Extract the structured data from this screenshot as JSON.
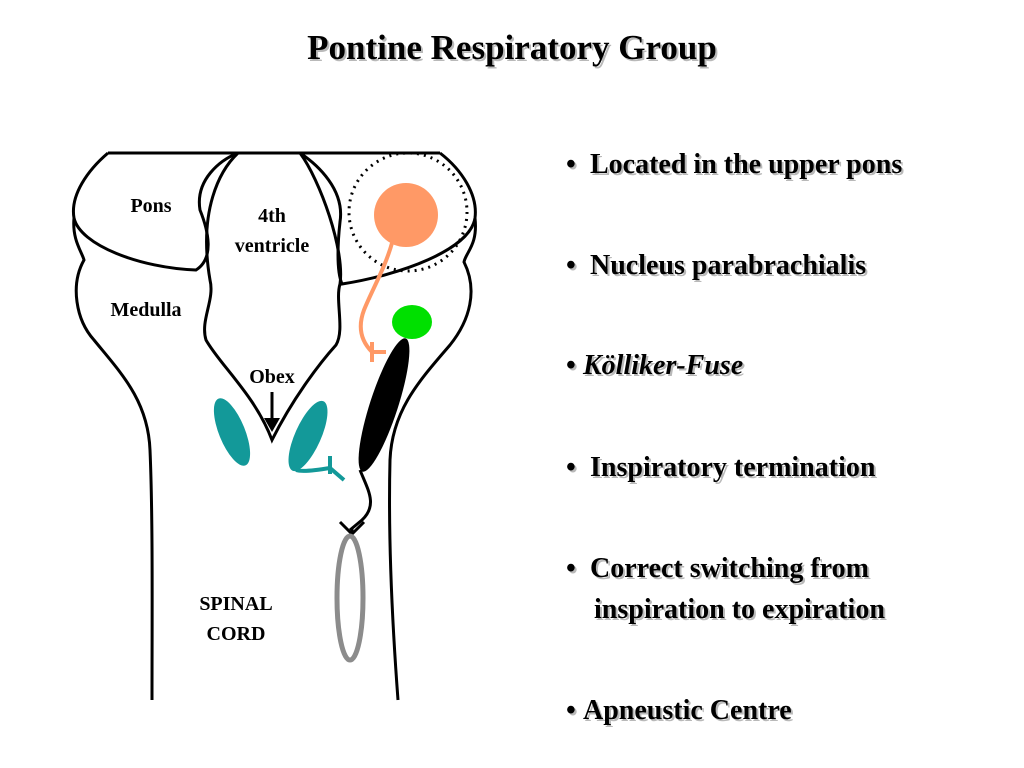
{
  "title": "Pontine Respiratory Group",
  "diagram": {
    "labels": {
      "pons": "Pons",
      "fourth_ventricle_line1": "4th",
      "fourth_ventricle_line2": "ventricle",
      "medulla": "Medulla",
      "obex": "Obex",
      "spinal_cord_line1": "SPINAL",
      "spinal_cord_line2": "CORD"
    },
    "colors": {
      "pontine_neuron": "#FF9966",
      "green_neuron": "#00E000",
      "teal_neurons": "#139999",
      "black_neuron": "#000000",
      "motor_neuron": "#8C8C8C"
    }
  },
  "bullets": [
    {
      "marker": "•",
      "text": "Located in the upper pons"
    },
    {
      "marker": "•",
      "text": "Nucleus parabrachialis"
    },
    {
      "marker": "•",
      "text": "Kölliker-Fuse"
    },
    {
      "marker": "•",
      "text": "Inspiratory termination"
    },
    {
      "marker": "•",
      "line1": "Correct switching from",
      "line2": "inspiration to expiration"
    },
    {
      "marker": "•",
      "text": "Apneustic Centre"
    }
  ]
}
